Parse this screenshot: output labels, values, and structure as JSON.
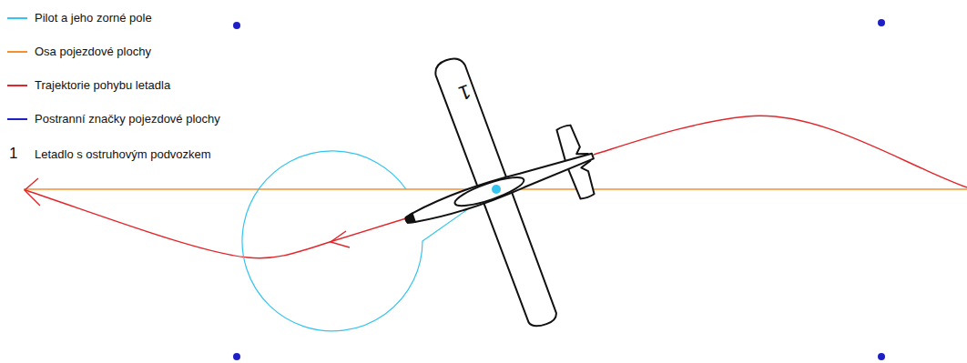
{
  "diagram": {
    "labels": [
      "1",
      "1"
    ],
    "legend": [
      {
        "text": "Pilot a jeho zorné pole",
        "color": "#35c4ef"
      },
      {
        "text": "Osa pojezdové plochy",
        "color": "#f39130"
      },
      {
        "text": "Trajektorie pohybu letadla",
        "color": "#e2262b"
      },
      {
        "text": "Postranní značky pojezdové plochy",
        "color": "#1f1fc8"
      },
      {
        "text": "Letadlo s ostruhovým podvozkem"
      }
    ]
  }
}
